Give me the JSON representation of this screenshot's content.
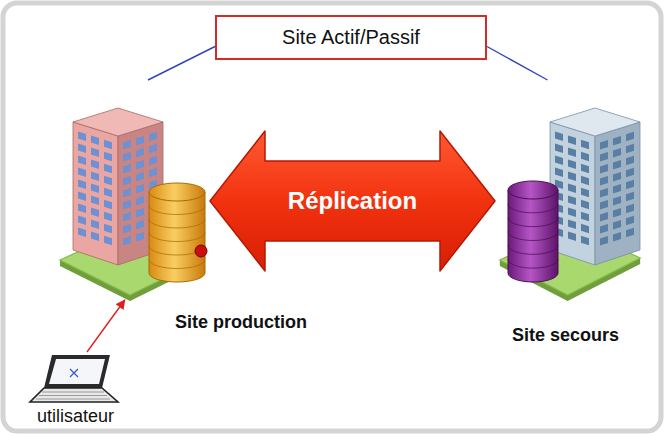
{
  "diagram": {
    "nodes": [
      {
        "text": [
          "Site Actif/Passif"
        ]
      },
      {
        "text": [
          "Site production"
        ]
      },
      {
        "text": [
          "Site secours"
        ]
      },
      {
        "text": [
          "utilisateur"
        ]
      }
    ],
    "edges": [
      {
        "from": 0,
        "to": 1,
        "arrow": "none"
      },
      {
        "from": 0,
        "to": 2,
        "arrow": "none"
      },
      {
        "from": 1,
        "to": 2,
        "label": "Réplication",
        "arrow": "both"
      },
      {
        "from": 3,
        "to": 1,
        "arrow": "to"
      }
    ]
  }
}
